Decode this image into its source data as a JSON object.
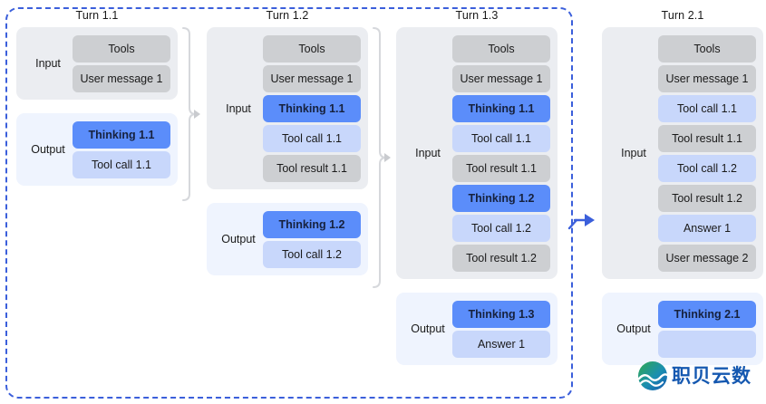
{
  "diagram": {
    "title_prefix": "Turn",
    "colors": {
      "session_border": "#3b5fdb",
      "input_bg": "#ebedf1",
      "output_bg": "#eff4fe",
      "item_gray": "#cdcfd2",
      "item_light_blue": "#c8d7fb",
      "item_blue": "#5b8dfa",
      "bracket": "#d6d8dc",
      "watermark": "#1558b0"
    },
    "labels": {
      "input": "Input",
      "output": "Output"
    },
    "turns": [
      {
        "title": "Turn 1.1",
        "input": [
          {
            "text": "Tools",
            "kind": "gray"
          },
          {
            "text": "User message 1",
            "kind": "gray"
          }
        ],
        "output": [
          {
            "text": "Thinking 1.1",
            "kind": "blue"
          },
          {
            "text": "Tool call 1.1",
            "kind": "lightblue"
          }
        ]
      },
      {
        "title": "Turn 1.2",
        "input": [
          {
            "text": "Tools",
            "kind": "gray"
          },
          {
            "text": "User message 1",
            "kind": "gray"
          },
          {
            "text": "Thinking 1.1",
            "kind": "blue"
          },
          {
            "text": "Tool call 1.1",
            "kind": "lightblue"
          },
          {
            "text": "Tool result 1.1",
            "kind": "gray"
          }
        ],
        "output": [
          {
            "text": "Thinking 1.2",
            "kind": "blue"
          },
          {
            "text": "Tool call 1.2",
            "kind": "lightblue"
          }
        ]
      },
      {
        "title": "Turn 1.3",
        "input": [
          {
            "text": "Tools",
            "kind": "gray"
          },
          {
            "text": "User message 1",
            "kind": "gray"
          },
          {
            "text": "Thinking 1.1",
            "kind": "blue"
          },
          {
            "text": "Tool call 1.1",
            "kind": "lightblue"
          },
          {
            "text": "Tool result 1.1",
            "kind": "gray"
          },
          {
            "text": "Thinking 1.2",
            "kind": "blue"
          },
          {
            "text": "Tool call 1.2",
            "kind": "lightblue"
          },
          {
            "text": "Tool result 1.2",
            "kind": "gray"
          }
        ],
        "output": [
          {
            "text": "Thinking 1.3",
            "kind": "blue"
          },
          {
            "text": "Answer 1",
            "kind": "lightblue"
          }
        ]
      },
      {
        "title": "Turn 2.1",
        "input": [
          {
            "text": "Tools",
            "kind": "gray"
          },
          {
            "text": "User message 1",
            "kind": "gray"
          },
          {
            "text": "Tool call 1.1",
            "kind": "lightblue"
          },
          {
            "text": "Tool result 1.1",
            "kind": "gray"
          },
          {
            "text": "Tool call 1.2",
            "kind": "lightblue"
          },
          {
            "text": "Tool result 1.2",
            "kind": "gray"
          },
          {
            "text": "Answer 1",
            "kind": "lightblue"
          },
          {
            "text": "User message 2",
            "kind": "gray"
          }
        ],
        "output": [
          {
            "text": "Thinking 2.1",
            "kind": "blue"
          },
          {
            "text": "",
            "kind": "lightblue"
          }
        ]
      }
    ],
    "watermark": {
      "text": "职贝云数",
      "icon": "wave-globe-icon"
    }
  }
}
